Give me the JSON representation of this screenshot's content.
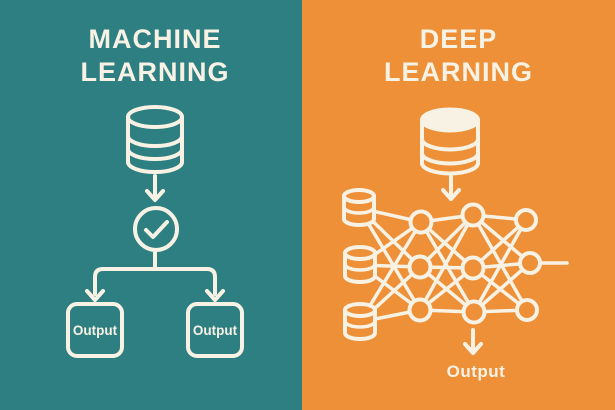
{
  "colors": {
    "left_bg": "#2e7f82",
    "right_bg": "#ee9038",
    "cream": "#f8f2e5"
  },
  "left_panel": {
    "title_line1": "MACHINE",
    "title_line2": "LEARNING",
    "output_box_1": "Output",
    "output_box_2": "Output"
  },
  "right_panel": {
    "title_line1": "DEEP",
    "title_line2": "LEARNING",
    "output_label": "Output"
  },
  "icons": {
    "left_panel": [
      "database-icon",
      "arrow-down-icon",
      "check-circle-icon",
      "branch-arrows-icon",
      "output-box",
      "output-box"
    ],
    "right_panel": [
      "database-icon",
      "arrow-down-icon",
      "neural-network-icon",
      "arrow-down-icon"
    ]
  }
}
